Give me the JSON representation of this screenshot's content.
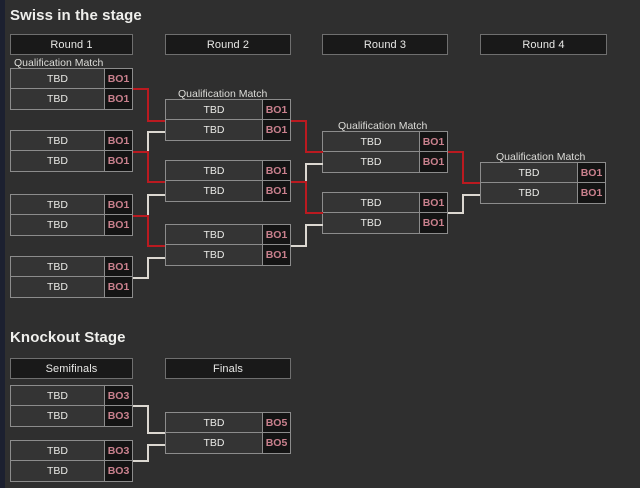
{
  "theme": {
    "background": "#2f2f2f",
    "box_fill": "#343434",
    "box_border": "#8c8c8c",
    "header_fill": "#191919",
    "bo_cell_fill": "#141414",
    "bo_text": "#c9808d",
    "text": "#e9e9e6",
    "connector_red": "#bb1a20",
    "connector_pale": "#dcd8d1",
    "edge_strip": "#1c2030"
  },
  "swiss": {
    "title": "Swiss in the stage",
    "rounds": [
      {
        "header": "Round 1"
      },
      {
        "header": "Round 2"
      },
      {
        "header": "Round 3"
      },
      {
        "header": "Round 4"
      }
    ],
    "qualification_label": "Qualification Match",
    "round1": {
      "matches": [
        {
          "label": "Qualification Match",
          "teams": [
            "TBD",
            "TBD"
          ],
          "format": [
            "BO1",
            "BO1"
          ]
        },
        {
          "label": "",
          "teams": [
            "TBD",
            "TBD"
          ],
          "format": [
            "BO1",
            "BO1"
          ]
        },
        {
          "label": "",
          "teams": [
            "TBD",
            "TBD"
          ],
          "format": [
            "BO1",
            "BO1"
          ]
        },
        {
          "label": "",
          "teams": [
            "TBD",
            "TBD"
          ],
          "format": [
            "BO1",
            "BO1"
          ]
        }
      ]
    },
    "round2": {
      "matches": [
        {
          "label": "Qualification Match",
          "teams": [
            "TBD",
            "TBD"
          ],
          "format": [
            "BO1",
            "BO1"
          ]
        },
        {
          "label": "",
          "teams": [
            "TBD",
            "TBD"
          ],
          "format": [
            "BO1",
            "BO1"
          ]
        },
        {
          "label": "",
          "teams": [
            "TBD",
            "TBD"
          ],
          "format": [
            "BO1",
            "BO1"
          ]
        }
      ]
    },
    "round3": {
      "matches": [
        {
          "label": "Qualification Match",
          "teams": [
            "TBD",
            "TBD"
          ],
          "format": [
            "BO1",
            "BO1"
          ]
        },
        {
          "label": "",
          "teams": [
            "TBD",
            "TBD"
          ],
          "format": [
            "BO1",
            "BO1"
          ]
        }
      ]
    },
    "round4": {
      "matches": [
        {
          "label": "Qualification Match",
          "teams": [
            "TBD",
            "TBD"
          ],
          "format": [
            "BO1",
            "BO1"
          ]
        }
      ]
    }
  },
  "knockout": {
    "title": "Knockout Stage",
    "rounds": [
      {
        "header": "Semifinals"
      },
      {
        "header": "Finals"
      }
    ],
    "semifinals": {
      "matches": [
        {
          "teams": [
            "TBD",
            "TBD"
          ],
          "format": [
            "BO3",
            "BO3"
          ]
        },
        {
          "teams": [
            "TBD",
            "TBD"
          ],
          "format": [
            "BO3",
            "BO3"
          ]
        }
      ]
    },
    "finals": {
      "matches": [
        {
          "teams": [
            "TBD",
            "TBD"
          ],
          "format": [
            "BO5",
            "BO5"
          ]
        }
      ]
    }
  }
}
